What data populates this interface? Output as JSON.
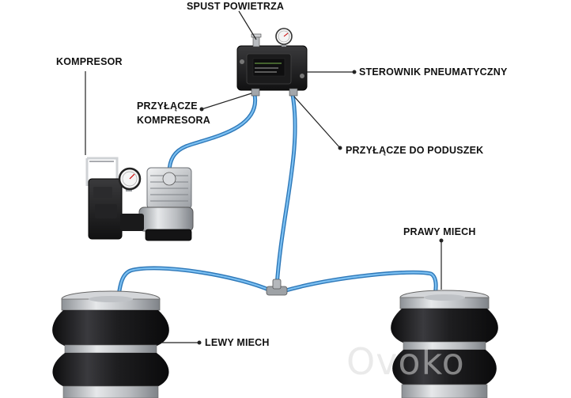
{
  "labels": {
    "air_release": "SPUST POWIETRZA",
    "compressor": "KOMPRESOR",
    "compressor_port_line1": "PRZYŁĄCZE",
    "compressor_port_line2": "KOMPRESORA",
    "pneumatic_controller": "STEROWNIK PNEUMATYCZNY",
    "bag_port": "PRZYŁĄCZE DO PODUSZEK",
    "right_bag": "PRAWY MIECH",
    "left_bag": "LEWY MIECH"
  },
  "watermark": "Ovoko",
  "colors": {
    "hose": "#4a9fe0",
    "hose_dark": "#2e78b8",
    "leader": "#222222",
    "bag_rubber": "#1d1d1f",
    "metal": "#b9bcc0"
  }
}
